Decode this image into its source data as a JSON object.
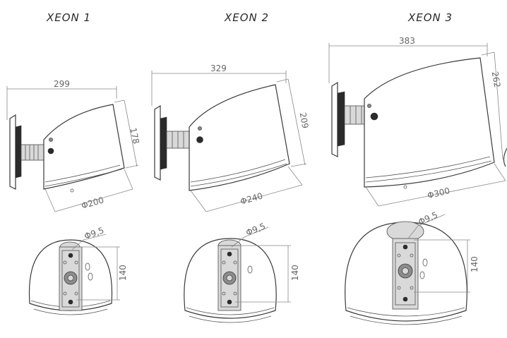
{
  "models": [
    {
      "title": "XEON 1",
      "width": "299",
      "height": "178",
      "diameter": "Φ200",
      "hole": "Φ9,5",
      "spacing": "140"
    },
    {
      "title": "XEON 2",
      "width": "329",
      "height": "209",
      "diameter": "Φ240",
      "hole": "Φ9,5",
      "spacing": "140"
    },
    {
      "title": "XEON 3",
      "width": "383",
      "height": "262",
      "diameter": "Φ300",
      "hole": "Φ9,5",
      "spacing": "140"
    }
  ],
  "colors": {
    "line": "#3a3a3a",
    "dimension": "#888888",
    "dark_part": "#2b2b2b"
  }
}
